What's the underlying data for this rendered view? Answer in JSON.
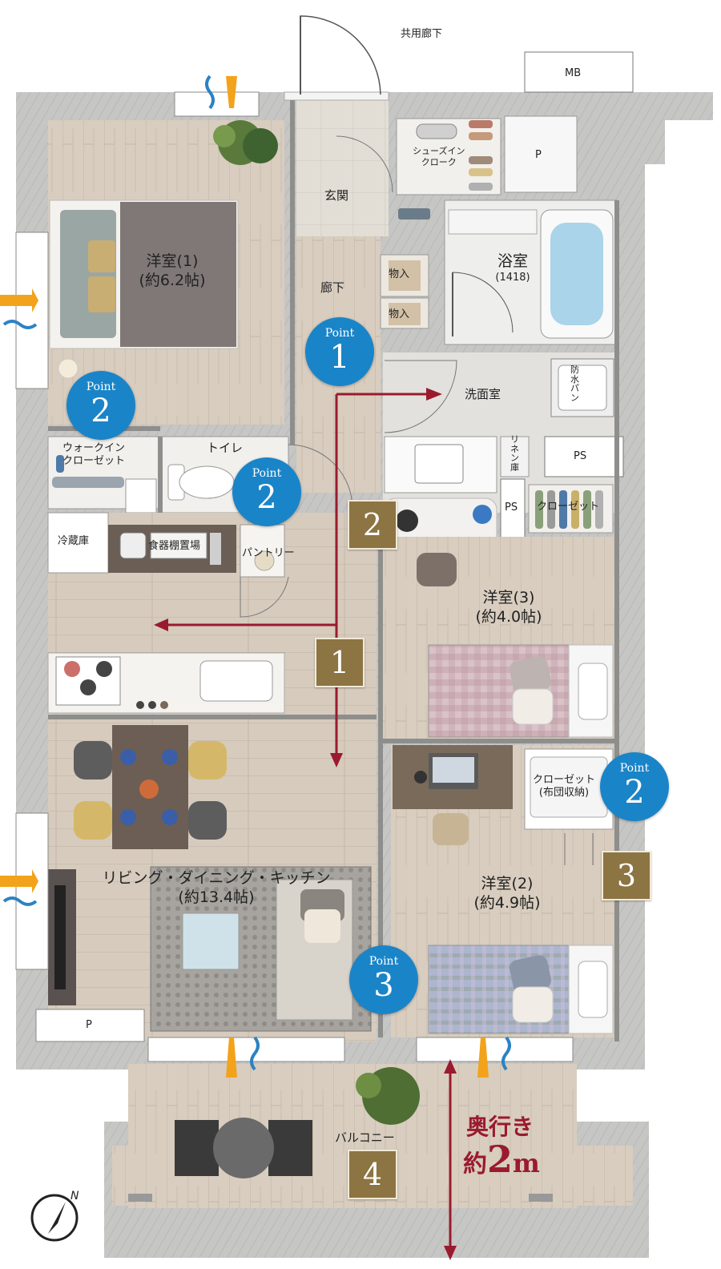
{
  "top_labels": {
    "corridor": "共用廊下",
    "mb": "MB"
  },
  "rooms": {
    "western1": {
      "name": "洋室(1)",
      "size": "(約6.2帖)"
    },
    "western2": {
      "name": "洋室(2)",
      "size": "(約4.9帖)"
    },
    "western3": {
      "name": "洋室(3)",
      "size": "(約4.0帖)"
    },
    "ldk": {
      "name": "リビング・ダイニング・キッチン",
      "size": "(約13.4帖)"
    },
    "bath": {
      "name": "浴室",
      "size": "(1418)"
    },
    "washroom": "洗面室",
    "entrance": "玄関",
    "hallway": "廊下",
    "toilet": "トイレ",
    "balcony": "バルコニー"
  },
  "storage": {
    "shoes_in": "シューズイン\nクローク",
    "storage1": "物入",
    "storage2": "物入",
    "walk_in": "ウォークイン\nクローゼット",
    "fridge": "冷蔵庫",
    "cupboard": "食器棚置場",
    "pantry": "パントリー",
    "linen": "リ\nネ\nン\n庫",
    "waterproof_pan": "防\n水\nパ\nン",
    "closet3": "クローゼット",
    "closet2": "クローゼット\n(布団収納)",
    "ps1": "PS",
    "ps2": "PS",
    "p1": "P",
    "p2": "P"
  },
  "points": [
    {
      "word": "Point",
      "num": "1"
    },
    {
      "word": "Point",
      "num": "2"
    },
    {
      "word": "Point",
      "num": "2"
    },
    {
      "word": "Point",
      "num": "2"
    },
    {
      "word": "Point",
      "num": "3"
    }
  ],
  "numbers": [
    "1",
    "2",
    "3",
    "4"
  ],
  "depth": {
    "line1": "奥行き",
    "line2_prefix": "約",
    "line2_num": "2",
    "line2_unit": "m"
  },
  "compass": "N",
  "colors": {
    "wall": "#c9c9c7",
    "floor": "#d9cfc3",
    "tile": "#dedad2",
    "point_blue": "#1a84c8",
    "badge_brown": "#8c7443",
    "arrow_red": "#9a1a2e",
    "wind_orange": "#f2a31b",
    "wind_blue": "#2b82c4"
  }
}
